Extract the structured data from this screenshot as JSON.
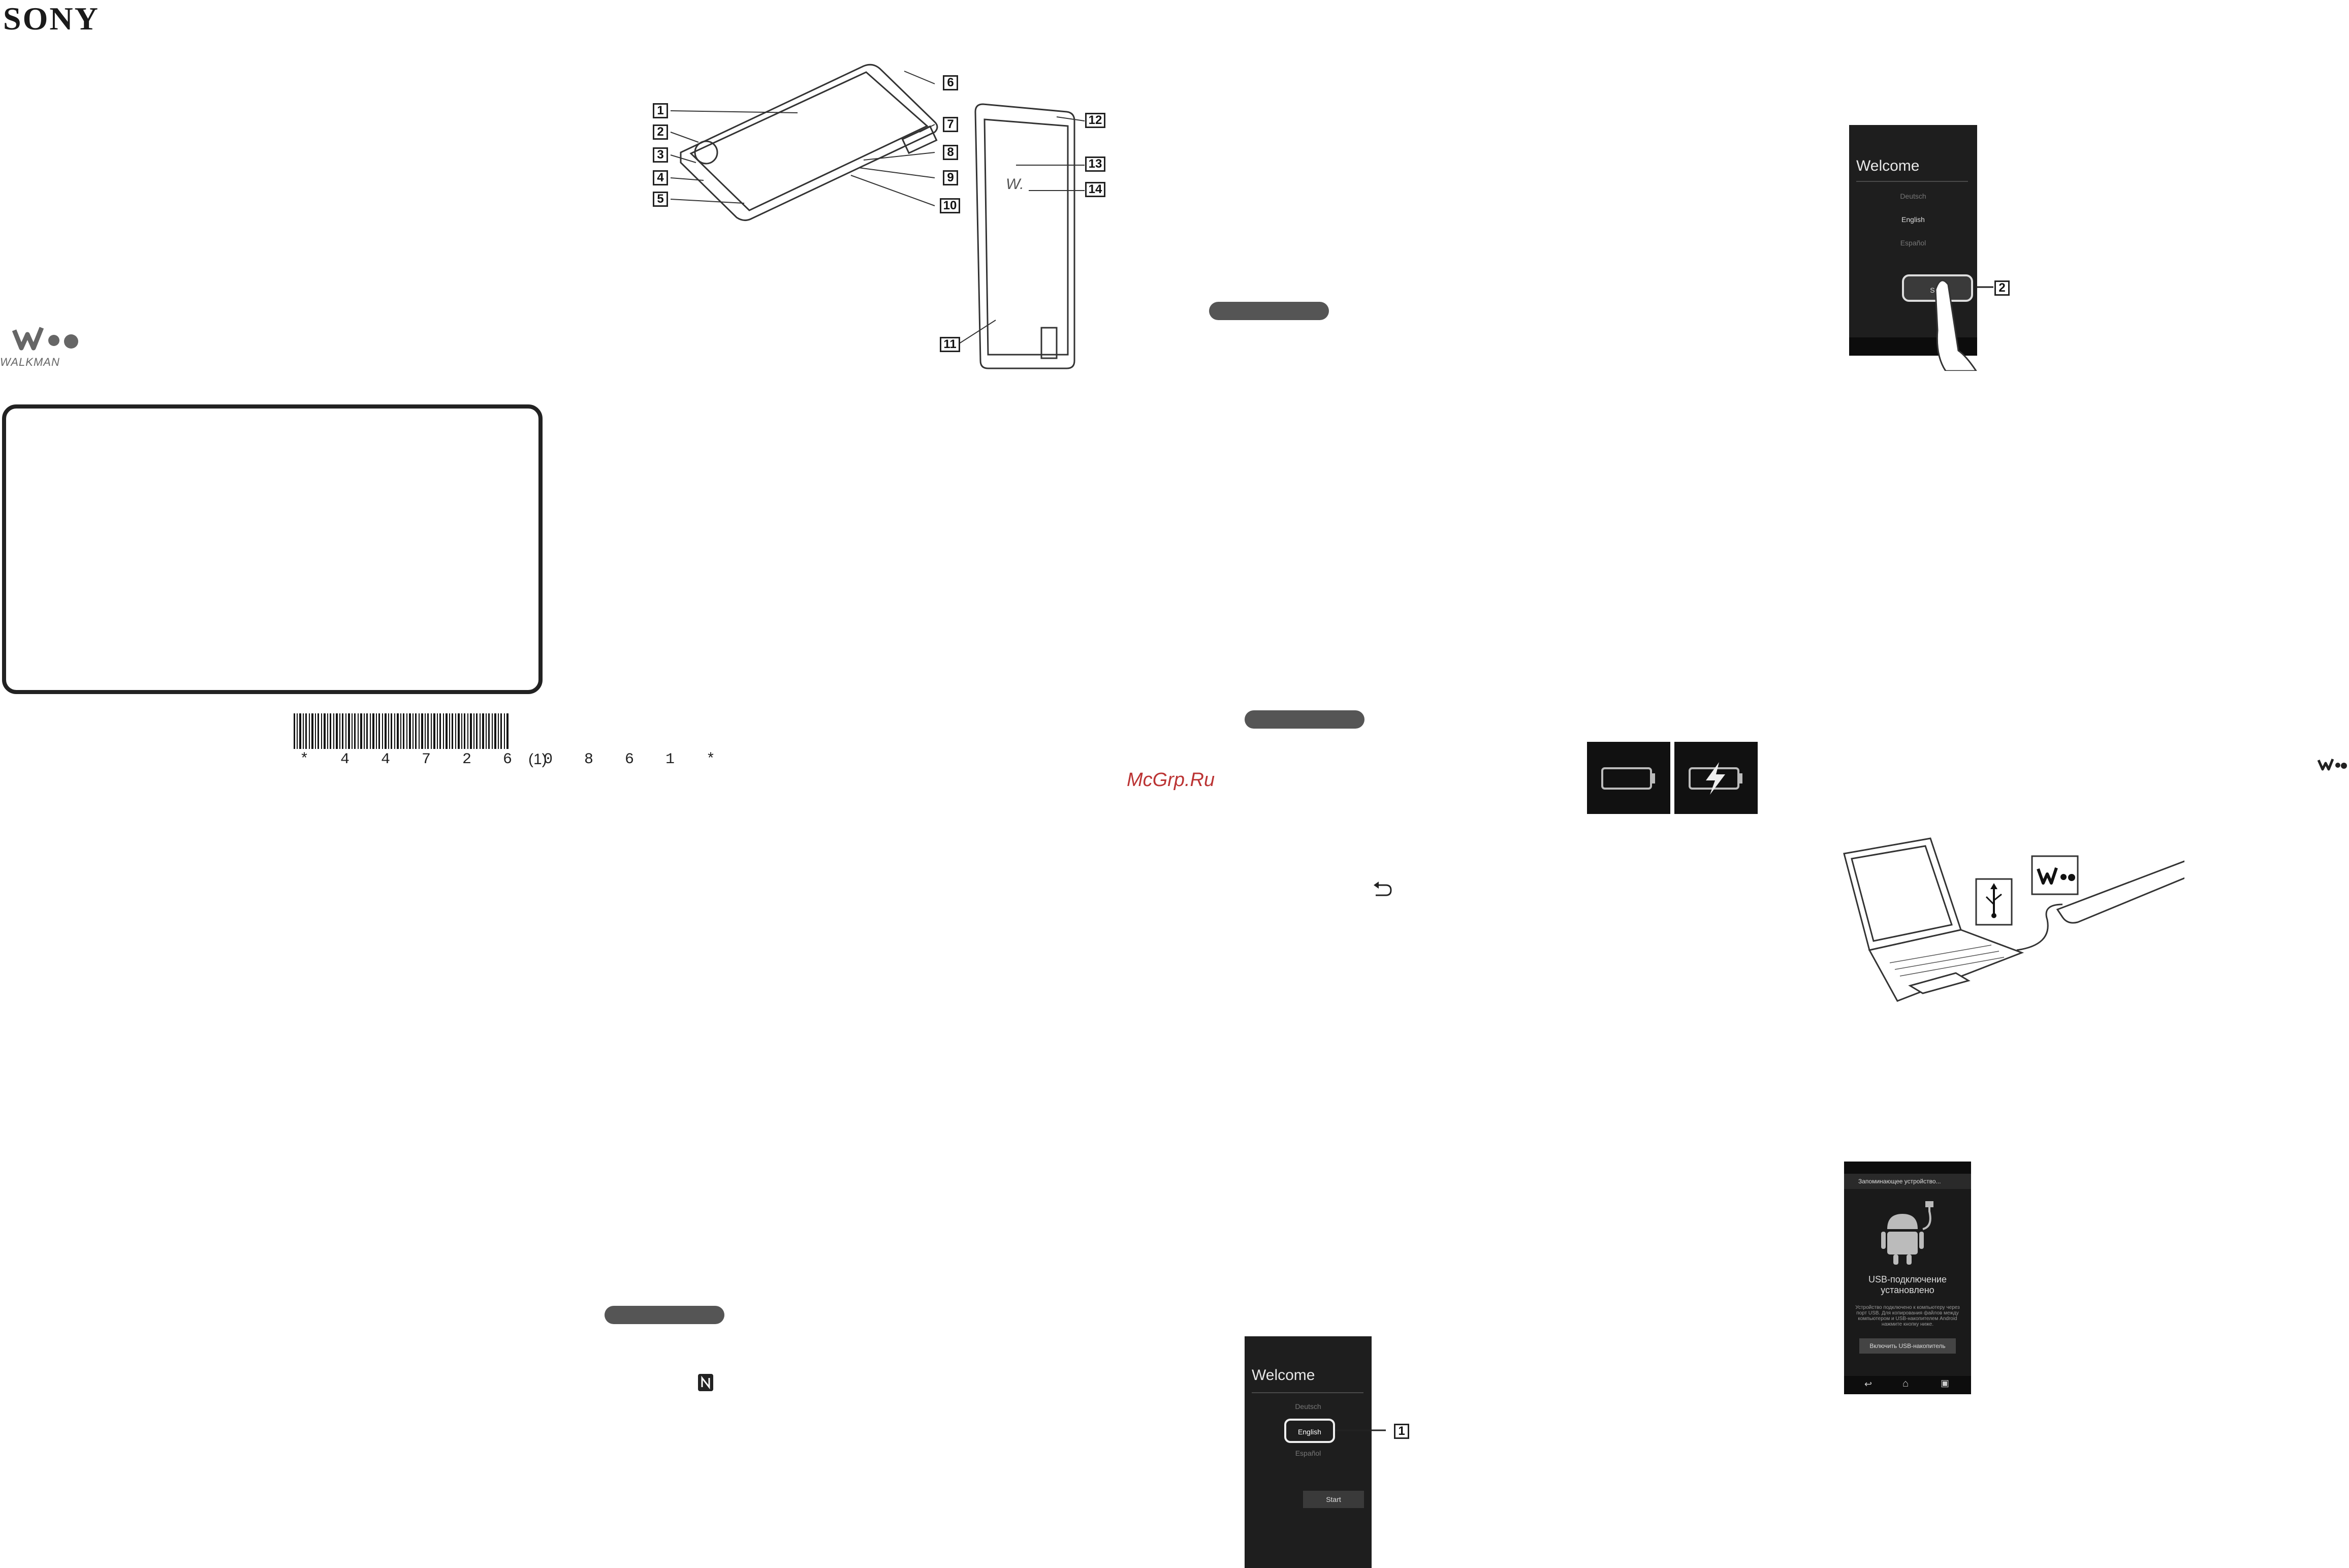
{
  "brand": {
    "logo": "SONY",
    "product_logo": "WALKMAN"
  },
  "barcode": {
    "digits": "* 4 4 7 2 6 0 8 6 1 *",
    "suffix": "(1)"
  },
  "watermark": "McGrp.Ru",
  "parts_callouts": [
    "1",
    "2",
    "3",
    "4",
    "5",
    "6",
    "7",
    "8",
    "9",
    "10",
    "11",
    "12",
    "13",
    "14"
  ],
  "welcome_screen": {
    "title": "Welcome",
    "languages": [
      "Deutsch",
      "English",
      "Español"
    ],
    "start_label": "Start",
    "callout_1": "1",
    "callout_2": "2"
  },
  "usb_screen": {
    "header": "Запоминающее устройство...",
    "title": "USB-подключение установлено",
    "description": "Устройство подключено к компьютеру через порт USB. Для копирования файлов между компьютером и USB-накопителем Android нажмите кнопку ниже.",
    "button": "Включить USB-накопитель"
  },
  "colors": {
    "screen_bg": "#1e1e1e",
    "pill": "#555555",
    "watermark": "#bb3333"
  },
  "icons": [
    "walkman-icon",
    "nfc-icon",
    "back-arrow-icon",
    "battery-empty-icon",
    "battery-charging-icon",
    "usb-icon",
    "laptop-icon",
    "android-robot-icon"
  ]
}
